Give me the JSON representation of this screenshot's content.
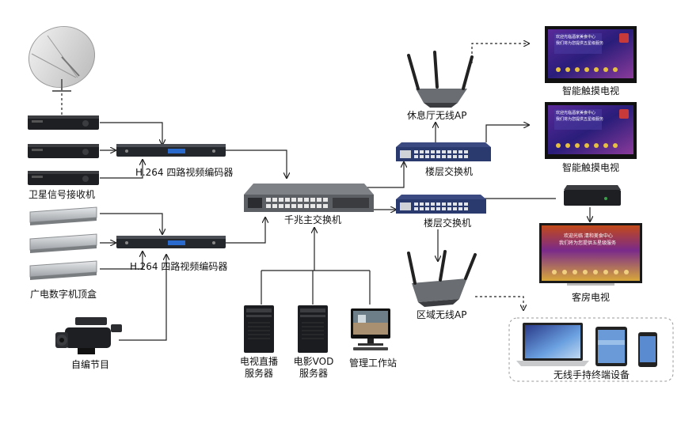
{
  "diagram": {
    "labels": {
      "satellite_receiver": "卫星信号接收机",
      "encoder_top": "H.264 四路视频编码器",
      "encoder_bottom": "H.264 四路视频编码器",
      "cable_stb": "广电数字机顶盒",
      "self_program": "自编节目",
      "core_switch": "千兆主交换机",
      "tv_live_server_1": "电视直播",
      "tv_live_server_2": "服务器",
      "vod_server_1": "电影VOD",
      "vod_server_2": "服务器",
      "workstation": "管理工作站",
      "lounge_ap": "休息厅无线AP",
      "floor_switch_top": "楼层交换机",
      "floor_switch_bottom": "楼层交换机",
      "area_ap": "区域无线AP",
      "smart_tv_top": "智能触摸电视",
      "smart_tv_mid": "智能触摸电视",
      "room_tv": "客房电视",
      "wireless_devices": "无线手持终端设备"
    },
    "tv_screen_text": {
      "line1": "欢迎光临酒家美食中心",
      "line2": "我们将为您提供五星级服务"
    },
    "room_tv_screen_text": {
      "line1": "欢迎光临 清和美食中心",
      "line2": "我们将为您提供五星级服务"
    },
    "colors": {
      "line": "#222222",
      "device_dark": "#1d1f22",
      "switch_blue": "#2a3a6e",
      "tv_blue": "#3a2a8a",
      "tv_frame": "#111111",
      "silver": "#c9cbcd"
    }
  }
}
